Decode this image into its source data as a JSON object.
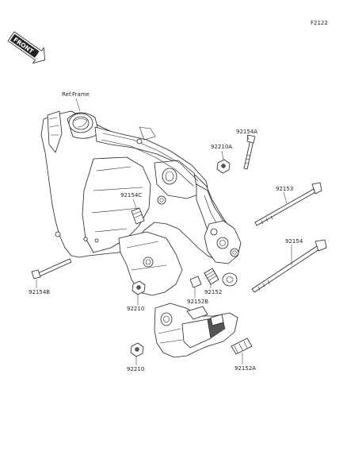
{
  "page_code": "F2122",
  "front_badge": "FRONT",
  "reference_label": "Ref.Frame",
  "callouts": [
    {
      "id": "92154A",
      "text": "92154A"
    },
    {
      "id": "92210A",
      "text": "92210A"
    },
    {
      "id": "92153",
      "text": "92153"
    },
    {
      "id": "92154C",
      "text": "92154C"
    },
    {
      "id": "92154",
      "text": "92154"
    },
    {
      "id": "92154B",
      "text": "92154B"
    },
    {
      "id": "92152",
      "text": "92152"
    },
    {
      "id": "92152B",
      "text": "92152B"
    },
    {
      "id": "92210-upper",
      "text": "92210"
    },
    {
      "id": "92210-lower",
      "text": "92210"
    },
    {
      "id": "92152A",
      "text": "92152A"
    }
  ]
}
